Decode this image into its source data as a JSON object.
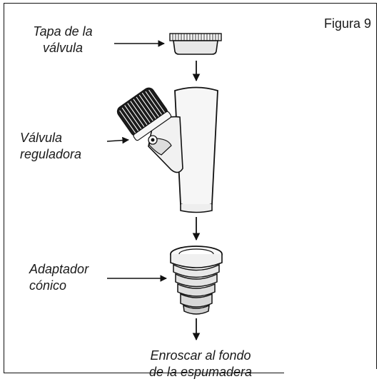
{
  "figure": {
    "title": "Figura 9"
  },
  "labels": {
    "valve_cap": [
      "Tapa de la",
      "válvula"
    ],
    "regulating_valve": [
      "Válvula",
      "reguladora"
    ],
    "conical_adapter": [
      "Adaptador",
      "cónico"
    ],
    "instruction": [
      "Enroscar al fondo",
      "de la espumadera"
    ]
  },
  "colors": {
    "stroke": "#111111",
    "text": "#1a1a1a",
    "background": "#ffffff"
  }
}
